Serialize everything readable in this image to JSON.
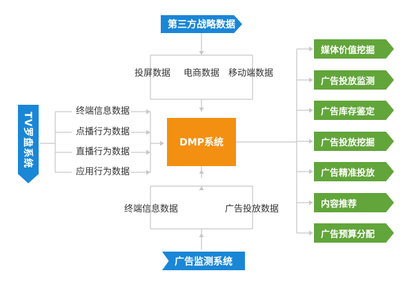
{
  "top_source": "第三方战略数据",
  "top_data": [
    "投屏数据",
    "电商数据",
    "移动端数据"
  ],
  "left_source": "TV罗盘系统",
  "left_data": [
    "终端信息数据",
    "点播行为数据",
    "直播行为数据",
    "应用行为数据"
  ],
  "center": "DMP系统",
  "bottom_data": [
    "终端信息数据",
    "广告投放数据"
  ],
  "bottom_source": "广告监测系统",
  "outputs": [
    "媒体价值挖掘",
    "广告投放监测",
    "广告库存鉴定",
    "广告投放挖掘",
    "广告精准投放",
    "内容推荐",
    "广告预算分配"
  ],
  "colors": {
    "blue": "#1a86d6",
    "orange": "#f39012",
    "green": "#62a53a",
    "line": "#c8c8c8"
  }
}
